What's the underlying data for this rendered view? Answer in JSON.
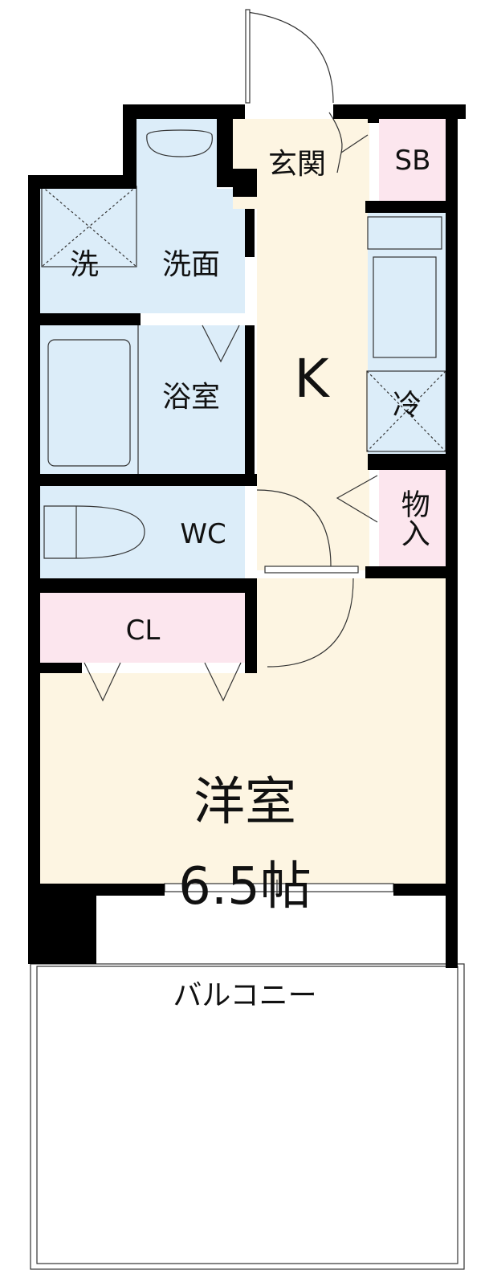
{
  "plan": {
    "rooms": {
      "entrance": "玄関",
      "shoe_box": "SB",
      "washer": "洗",
      "washroom": "洗面",
      "kitchen": "K",
      "fridge": "冷",
      "bathroom": "浴室",
      "toilet": "WC",
      "storage": "物入",
      "closet": "CL",
      "western_room": "洋室",
      "western_room_size": "6.5帖",
      "balcony": "バルコニー"
    },
    "colors": {
      "wet_area": "#dcedf9",
      "living_area": "#fdf5e2",
      "storage_area": "#fce6ee",
      "wall": "#000000"
    }
  }
}
